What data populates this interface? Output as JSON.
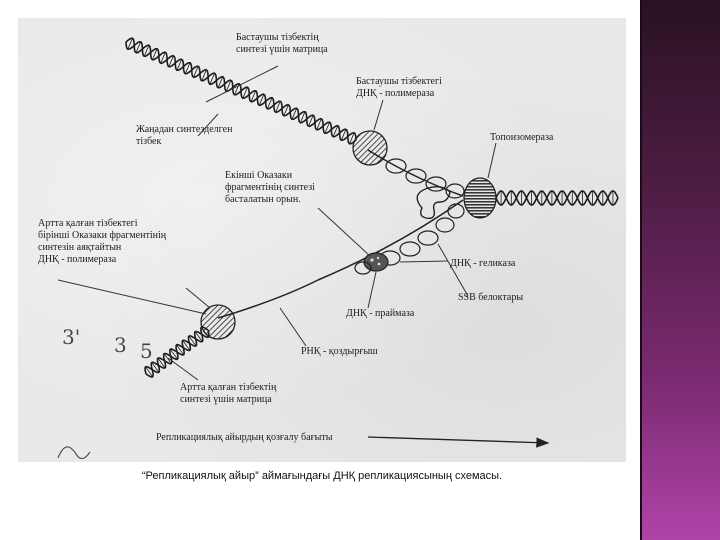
{
  "diagram": {
    "labels": {
      "leading_template": [
        "Бастаушы тізбектің",
        "синтезі үшін матрица"
      ],
      "leading_polymerase": [
        "Бастаушы тізбектегі",
        "ДНҚ - полимераза"
      ],
      "new_strand": [
        "Жаңадан синтезделген",
        "тізбек"
      ],
      "topoisomerase": [
        "Топоизомераза"
      ],
      "okazaki_start": [
        "Екінші Оказаки",
        "фрагментінің синтезі",
        "басталатын орын."
      ],
      "lagging_polymerase": [
        "Артта қалған тізбектегі",
        "бірінші Оказаки фрагментінің",
        "синтезін аяқтайтын",
        "ДНҚ - полимераза"
      ],
      "helicase": [
        "ДНҚ - геликаза"
      ],
      "ssb": [
        "SSB белоктары"
      ],
      "primase": [
        "ДНҚ - праймаза"
      ],
      "rna_primer": [
        "РНҚ - қоздырғыш"
      ],
      "lagging_template": [
        "Артта қалған тізбектің",
        "синтезі үшін матрица"
      ],
      "fork_direction": [
        "Репликациялық айырдың қозғалу бағыты"
      ]
    },
    "handwritten": {
      "mark_3a": "3'",
      "mark_3b": "3",
      "mark_5": "5"
    }
  },
  "caption": "“Репликациялық айыр” аймағындағы ДНҚ репликациясының схемасы.",
  "colors": {
    "ink": "#1d1d1d",
    "paper": "#e9e9e7",
    "sidebar_top": "#2a1222",
    "sidebar_bottom": "#b044a8"
  }
}
